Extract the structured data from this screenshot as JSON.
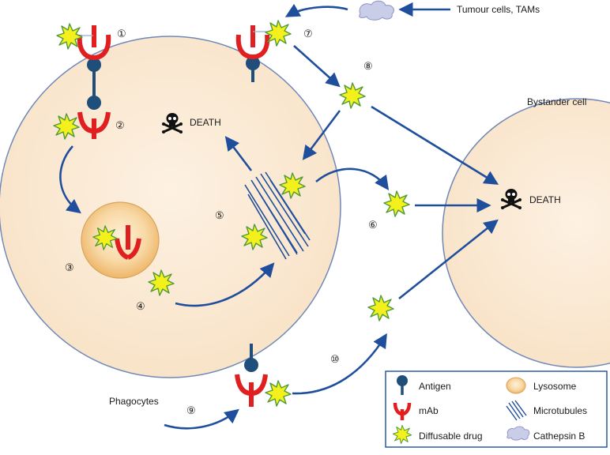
{
  "steps": [
    "①",
    "②",
    "③",
    "④",
    "⑤",
    "⑥",
    "⑦",
    "⑧",
    "⑨",
    "⑩"
  ],
  "labels": {
    "tumour_source": "Tumour cells, TAMs",
    "bystander_cell": "Bystander cell",
    "death_target": "DEATH",
    "death_bystander": "DEATH",
    "phagocytes": "Phagocytes"
  },
  "legend": {
    "antigen": "Antigen",
    "mab": "mAb",
    "diffusable_drug": "Diffusable drug",
    "lysosome": "Lysosome",
    "microtubules": "Microtubules",
    "cathepsin_b": "Cathepsin B"
  },
  "colors": {
    "cell_fill": "#fbe9d3",
    "cell_stroke": "#6f88b8",
    "arrow": "#1f4e9c",
    "antigen": "#1f4e7a",
    "mab": "#e02020",
    "drug_fill": "#f3f01c",
    "drug_stroke": "#4f9a3a",
    "lysosome_outer": "#f2c98a",
    "cathepsin": "#c9cde8"
  },
  "icons": {
    "death": "skull-crossbones-icon",
    "drug": "starburst-icon",
    "antigen": "lollipop-antigen-icon",
    "mab": "y-antibody-icon",
    "microtubules": "microtubule-bundle-icon",
    "cathepsin": "cloud-icon"
  }
}
